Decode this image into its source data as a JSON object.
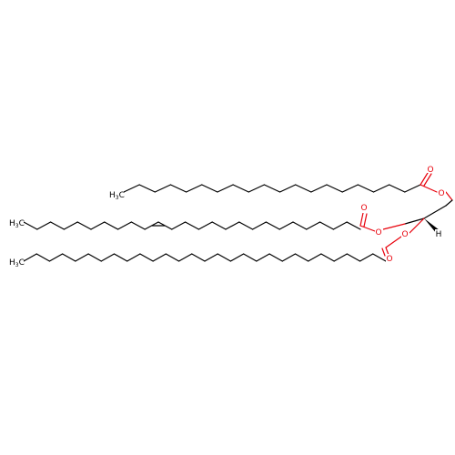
{
  "molecule": {
    "colors": {
      "carbon": "#000000",
      "oxygen": "#e8000b",
      "background": "#ffffff"
    },
    "atoms": [
      {
        "id": "ch3_top",
        "element": "C",
        "text": "H",
        "sub": "3",
        "lead": "C"
      },
      {
        "id": "o_top_carbonyl",
        "element": "O",
        "text": "O"
      },
      {
        "id": "o_top_ester",
        "element": "O",
        "text": "O"
      },
      {
        "id": "ch3_mid",
        "element": "C",
        "text": "H",
        "sub": "3",
        "lead": "C"
      },
      {
        "id": "o_mid_carbonyl",
        "element": "O",
        "text": "O"
      },
      {
        "id": "o_mid_ester",
        "element": "O",
        "text": "O"
      },
      {
        "id": "o_bot_ester",
        "element": "O",
        "text": "O"
      },
      {
        "id": "o_bot_carbonyl",
        "element": "O",
        "text": "O"
      },
      {
        "id": "ch3_bot",
        "element": "C",
        "text": "H",
        "sub": "3",
        "lead": "C"
      },
      {
        "id": "h_stereo",
        "element": "H",
        "text": "H"
      }
    ]
  }
}
